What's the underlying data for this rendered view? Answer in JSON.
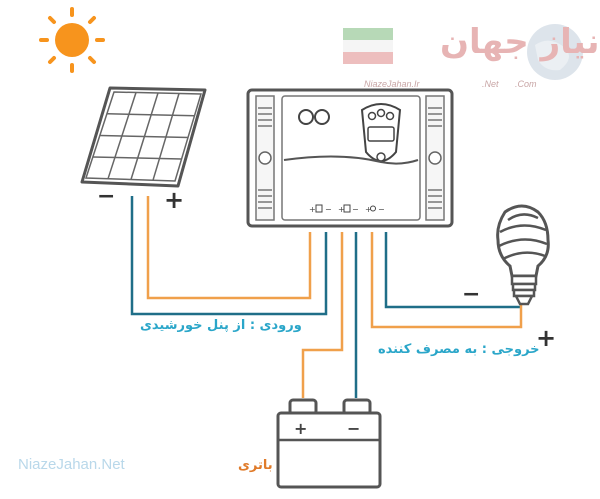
{
  "labels": {
    "input": "ورودی : از پنل خورشیدی",
    "output": "خروجی : به مصرف کننده",
    "battery": "باتری"
  },
  "signs": {
    "panel_minus": "−",
    "panel_plus": "+",
    "load_minus": "−",
    "load_plus": "+"
  },
  "watermark": {
    "bottom": "NiazeJahan.Net",
    "url_part1": "NiazeJahan.Ir",
    "url_part2": ".Net",
    "url_part3": ".Com",
    "title": "نیاز جهان"
  },
  "colors": {
    "wire_positive": "#f0a04b",
    "wire_negative": "#1f6e88",
    "label_blue": "#2aa6c9",
    "label_orange": "#e07b2a",
    "sun": "#f7941d",
    "outline": "#555555"
  },
  "icons": [
    "sun-icon",
    "solar-panel-icon",
    "charge-controller-icon",
    "light-bulb-icon",
    "battery-icon"
  ]
}
